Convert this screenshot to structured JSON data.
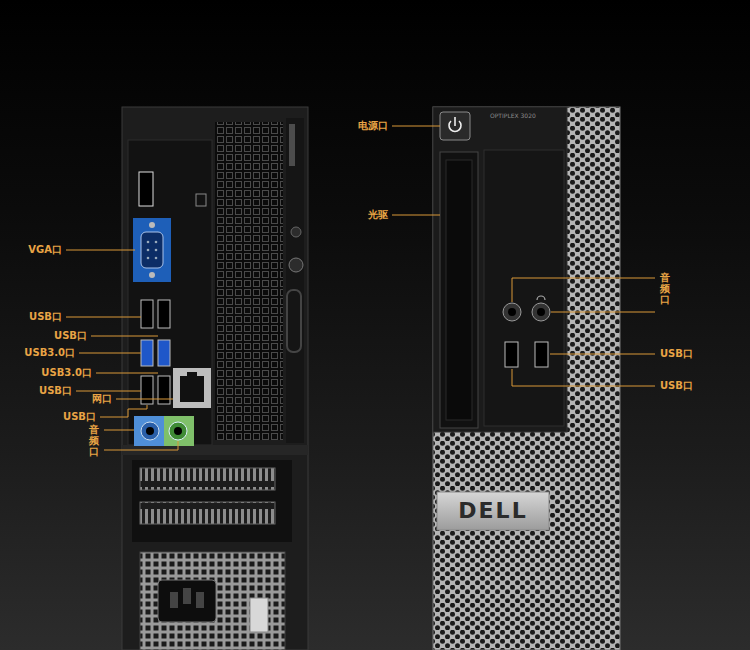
{
  "diagram": {
    "labels": [
      "VGA口",
      "USB口",
      "USB口",
      "USB3.0口",
      "USB3.0口",
      "USB口",
      "网口",
      "USB口",
      "音频口",
      "OPTIPLEX 3020",
      "电源口",
      "光驱",
      "音频口",
      "USB口",
      "USB口",
      "DELL"
    ]
  }
}
